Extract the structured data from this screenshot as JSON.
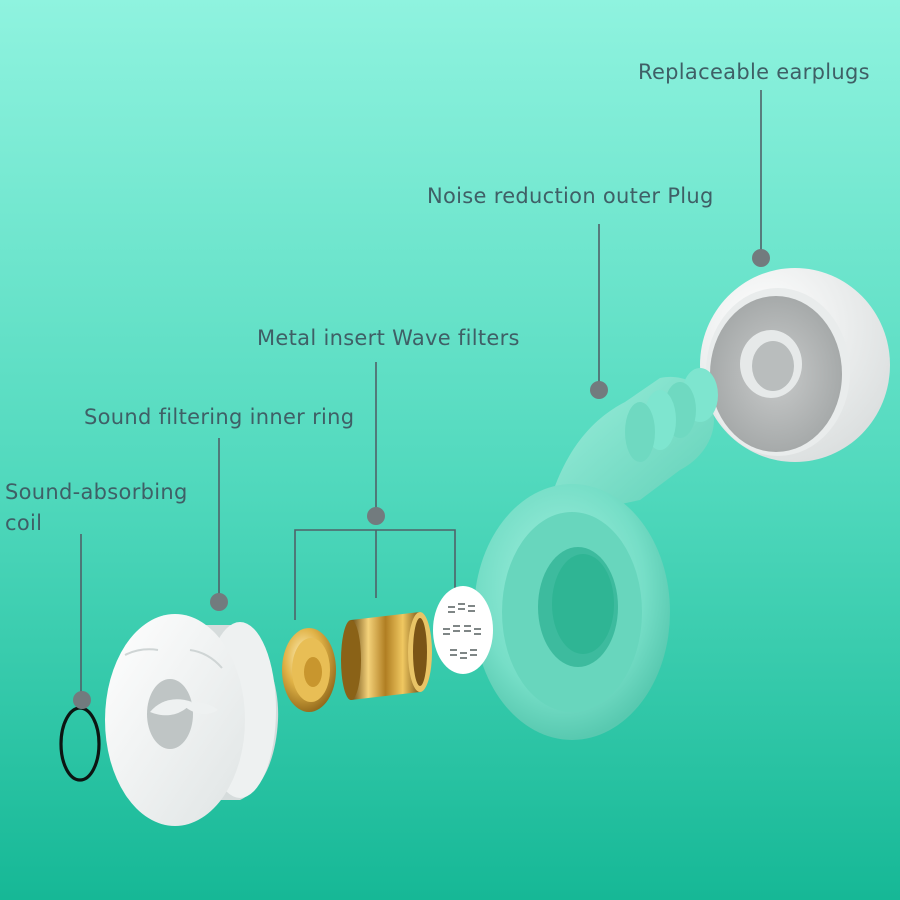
{
  "labels": {
    "replaceable_earplugs": "Replaceable earplugs",
    "outer_plug": "Noise reduction outer Plug",
    "metal_insert": "Metal insert Wave filters",
    "inner_ring": "Sound filtering inner ring",
    "absorbing_coil_line1": "Sound-absorbing",
    "absorbing_coil_line2": "coil"
  },
  "colors": {
    "background_top": "#8ff3df",
    "background_bottom": "#16b896",
    "plug_body": "#7ee5cf",
    "label_text": "#3f5f66",
    "callout": "#727b7e",
    "white_part": "#f4f6f6",
    "gold": "#d4a43a"
  }
}
